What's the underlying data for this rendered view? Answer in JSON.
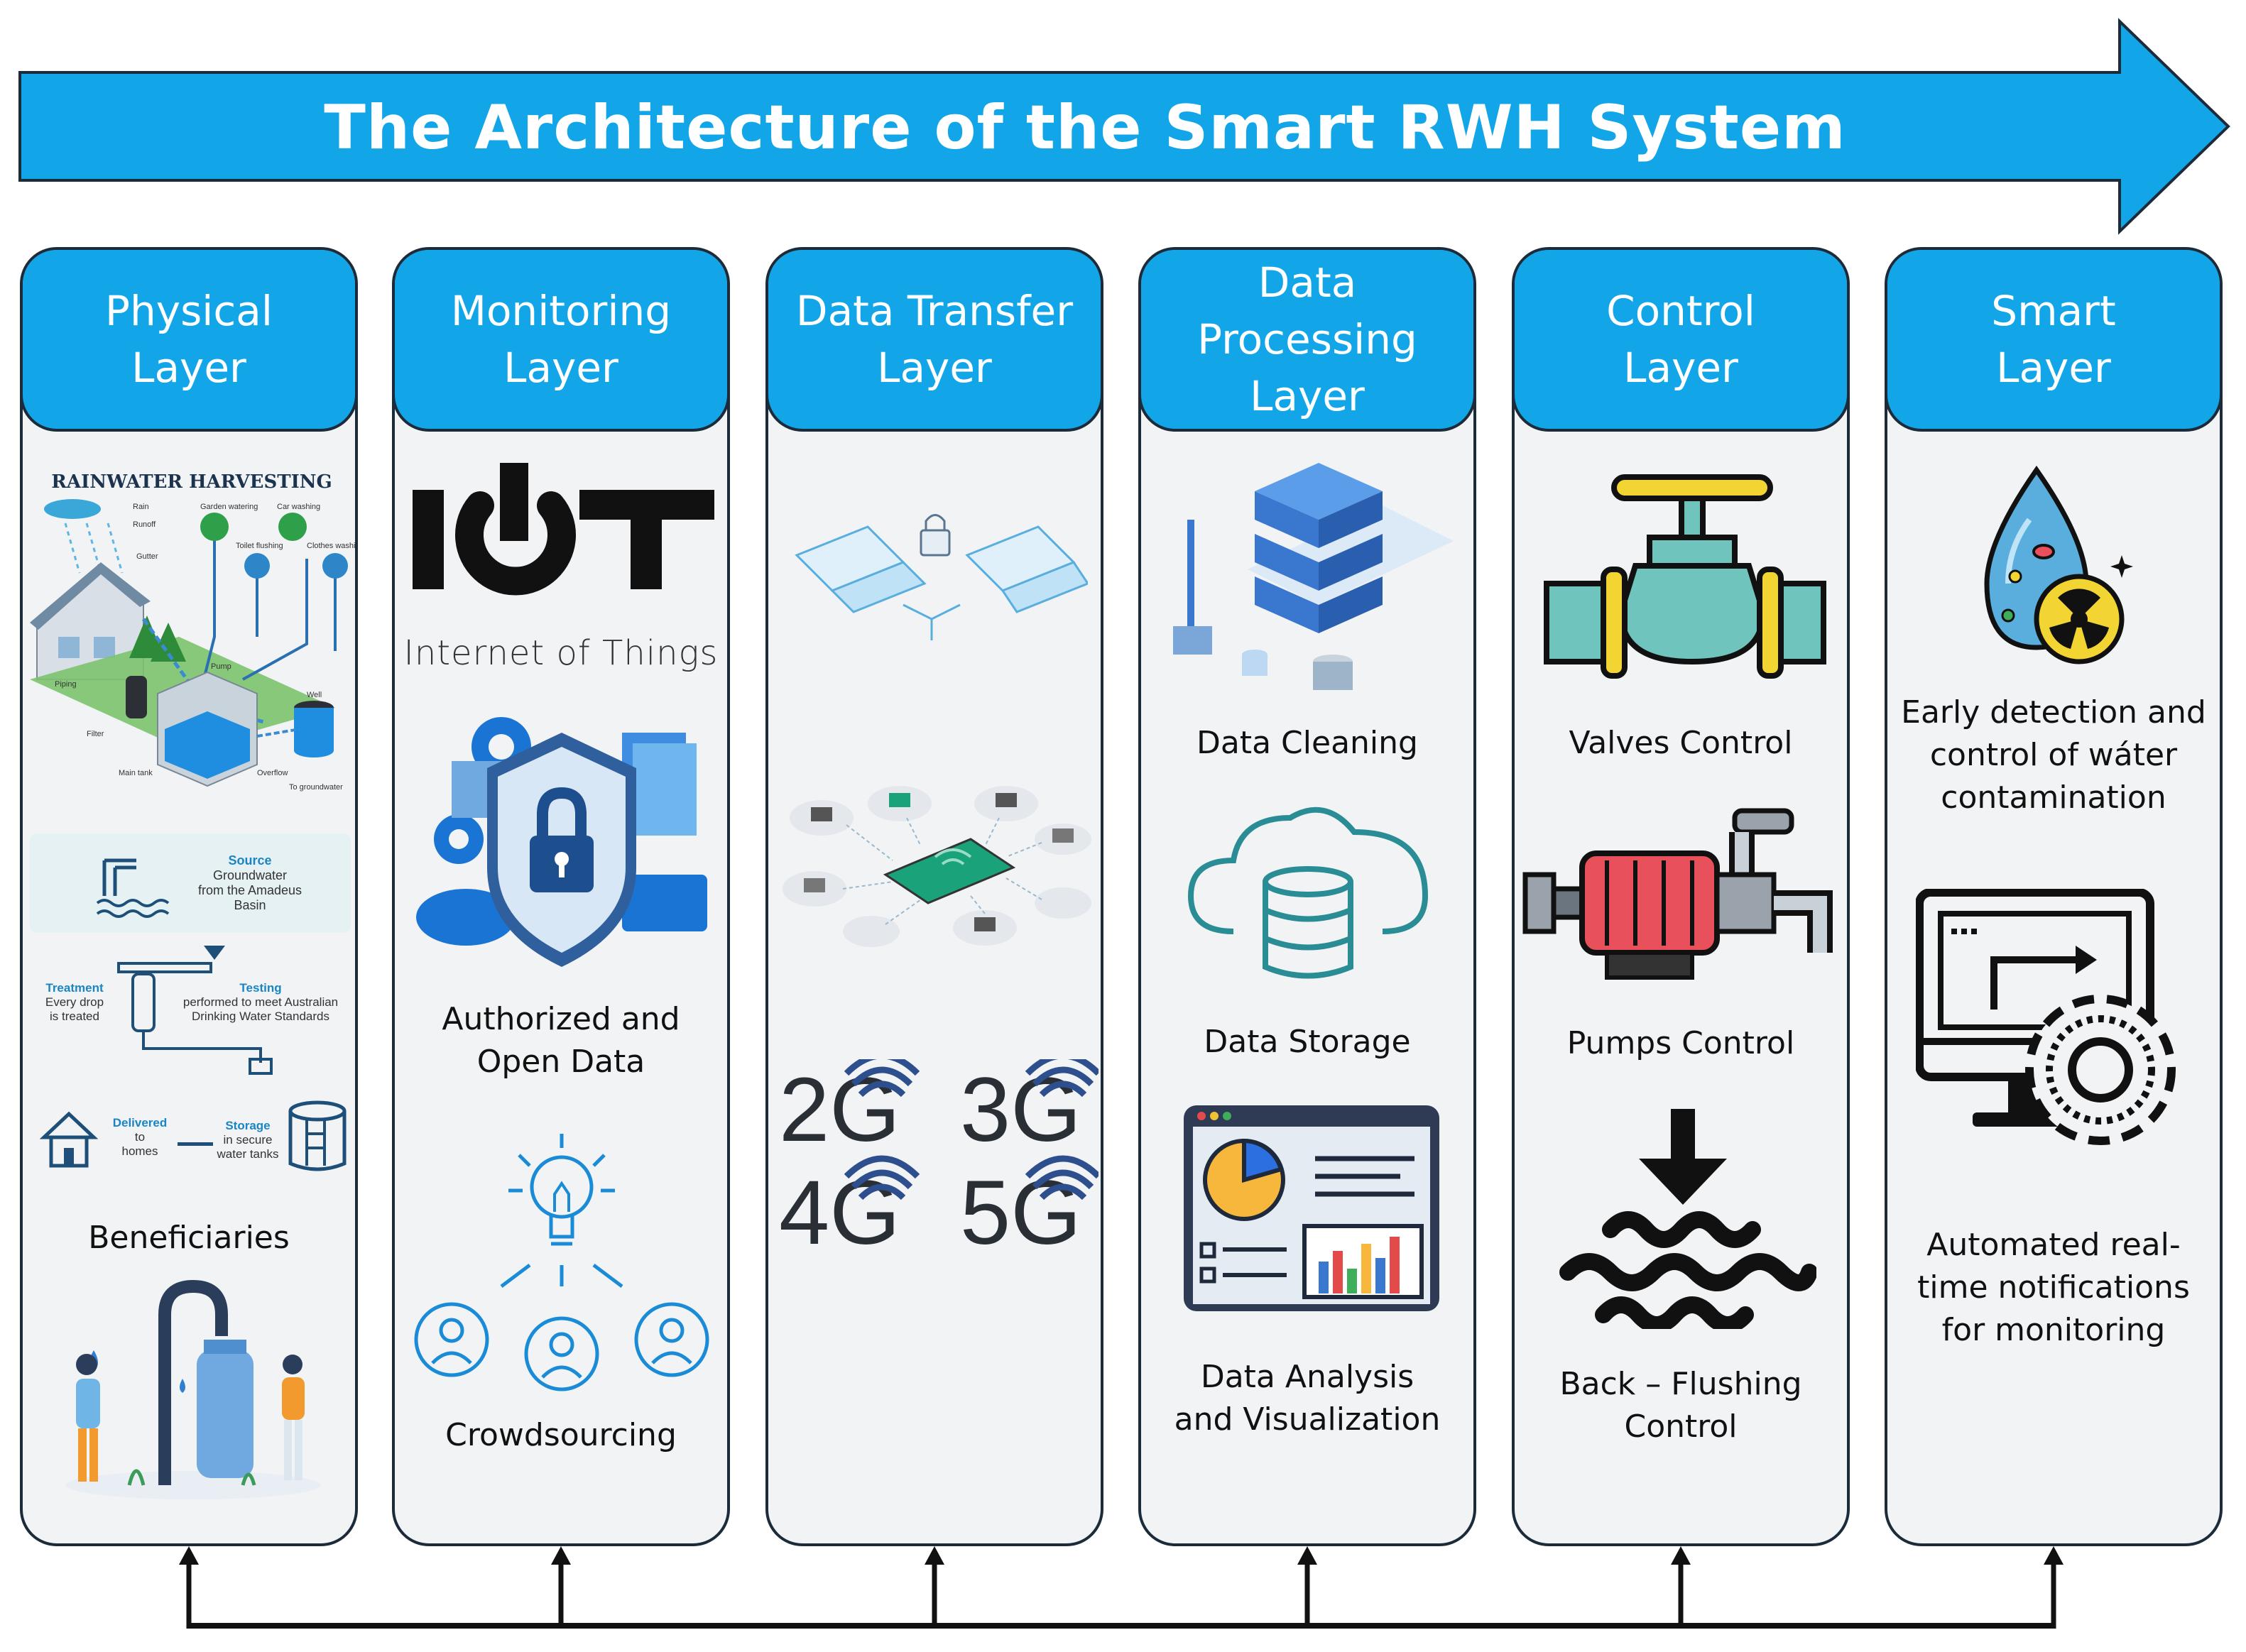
{
  "title": "The Architecture of the Smart RWH System",
  "colors": {
    "accent": "#12a6e8",
    "border": "#1b2b3a",
    "panel": "#f1f3f5"
  },
  "columns": [
    {
      "id": "physical",
      "title_lines": [
        "Physical",
        "Layer"
      ],
      "items": {
        "infographic_title": "RAINWATER HARVESTING",
        "beneficiaries": "Beneficiaries"
      },
      "infographic": {
        "labels": [
          "Rain",
          "Runoff",
          "Gutter",
          "Garden watering",
          "Car washing",
          "Toilet flushing",
          "Clothes washing",
          "Pump",
          "Well",
          "Piping",
          "Filter",
          "Main tank",
          "Overflow",
          "To groundwater"
        ],
        "source": {
          "title": "Source",
          "text_lines": [
            "Groundwater",
            "from the Amadeus",
            "Basin"
          ]
        },
        "treatment": {
          "title": "Treatment",
          "text_lines": [
            "Every drop",
            "is treated"
          ]
        },
        "testing": {
          "title": "Testing",
          "text_lines": [
            "performed to meet Australian",
            "Drinking Water Standards"
          ]
        },
        "delivered": {
          "title": "Delivered",
          "text_lines": [
            "to",
            "homes"
          ]
        },
        "storage": {
          "title": "Storage",
          "text_lines": [
            "in secure",
            "water tanks"
          ]
        }
      }
    },
    {
      "id": "monitoring",
      "title_lines": [
        "Monitoring",
        "Layer"
      ],
      "items": {
        "logo_big": "IOT",
        "logo_small": "Internet of Things",
        "open_data": [
          "Authorized and",
          "Open Data"
        ],
        "crowdsourcing": "Crowdsourcing"
      }
    },
    {
      "id": "transfer",
      "title_lines": [
        "Data Transfer",
        "Layer"
      ],
      "items": {
        "networks": [
          "2G",
          "3G",
          "4G",
          "5G"
        ]
      }
    },
    {
      "id": "processing",
      "title_lines": [
        "Data",
        "Processing",
        "Layer"
      ],
      "items": {
        "cleaning": "Data Cleaning",
        "storage": "Data Storage",
        "analysis": [
          "Data Analysis",
          "and Visualization"
        ]
      }
    },
    {
      "id": "control",
      "title_lines": [
        "Control",
        "Layer"
      ],
      "items": {
        "valves": "Valves Control",
        "pumps": "Pumps Control",
        "flushing": [
          "Back – Flushing",
          "Control"
        ]
      }
    },
    {
      "id": "smart",
      "title_lines": [
        "Smart",
        "Layer"
      ],
      "items": {
        "detection": [
          "Early detection and",
          "control of wáter",
          "contamination"
        ],
        "notifications": [
          "Automated real-",
          "time notifications",
          "for monitoring"
        ]
      }
    }
  ],
  "icons": [
    "arrow-right-icon",
    "rainwater-harvesting-icon",
    "water-source-icon",
    "water-treatment-icon",
    "house-icon",
    "water-tank-icon",
    "people-faucet-icon",
    "iot-logo-icon",
    "shield-lock-icon",
    "lightbulb-icon",
    "user-icon",
    "laptops-lock-icon",
    "smart-network-icon",
    "2g-icon",
    "3g-icon",
    "4g-icon",
    "5g-icon",
    "server-broom-icon",
    "cloud-database-icon",
    "dashboard-icon",
    "valve-icon",
    "pump-icon",
    "down-arrow-waves-icon",
    "water-drop-bacteria-icon",
    "monitor-gear-icon"
  ]
}
